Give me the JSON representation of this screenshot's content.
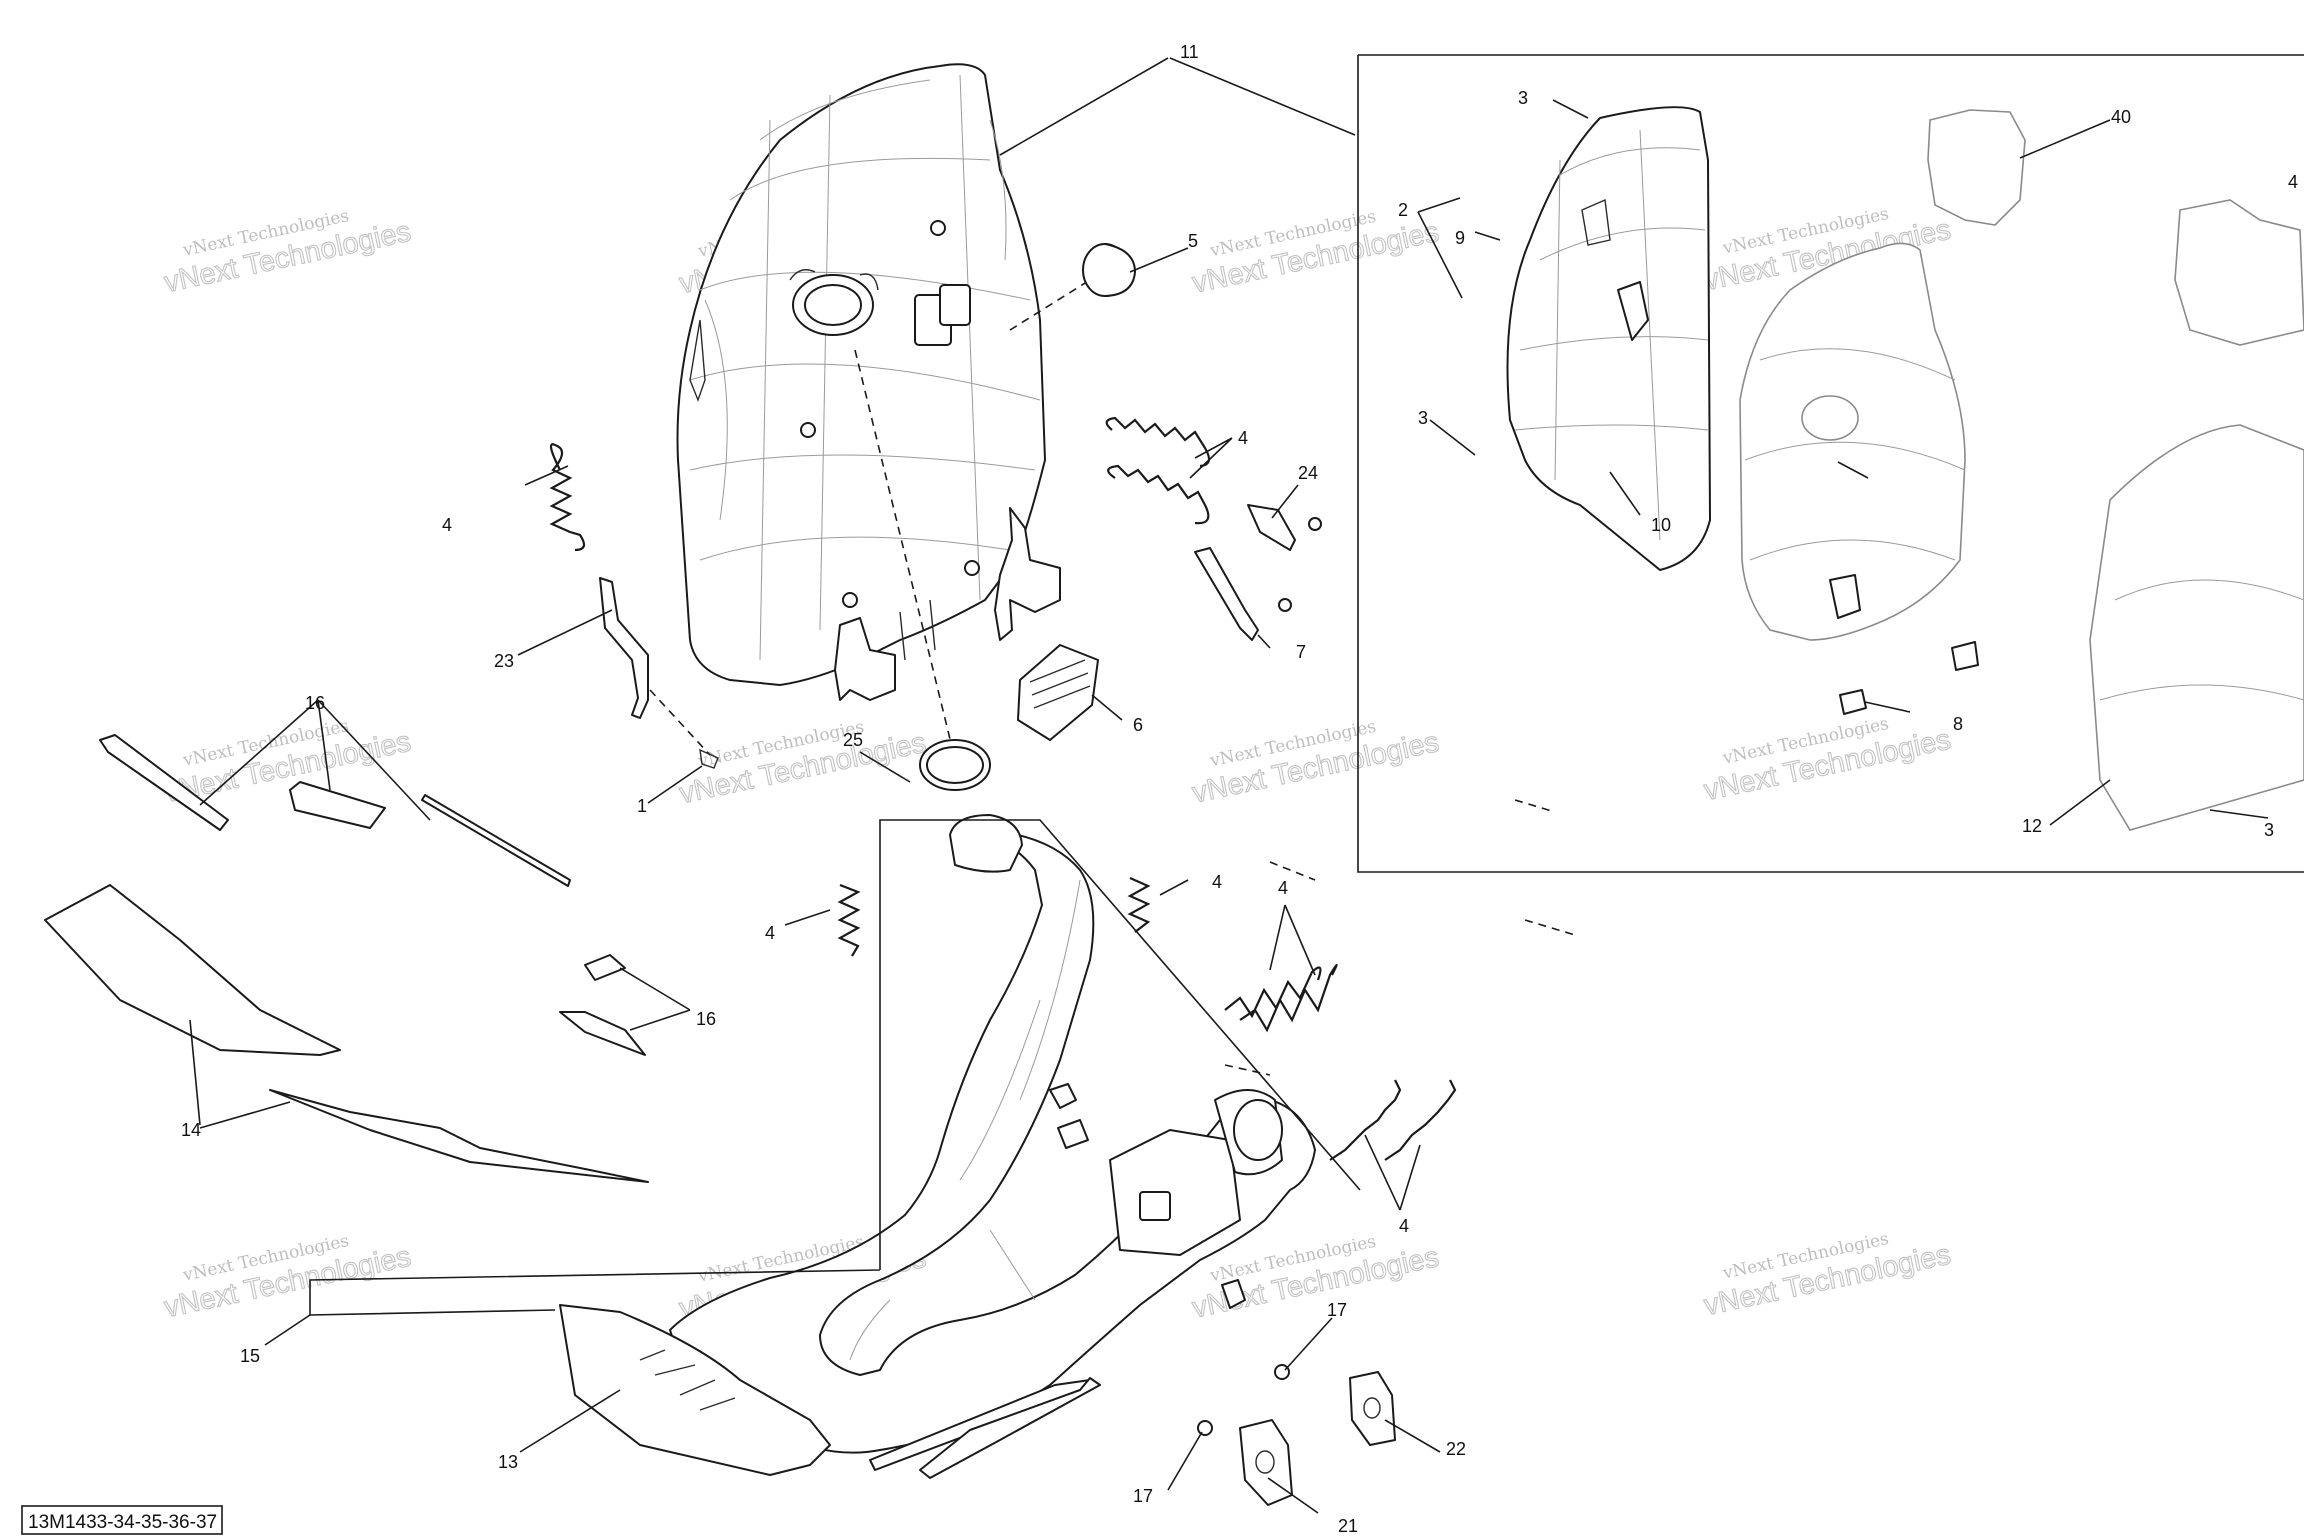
{
  "drawing_code": "13M1433-34-35-36-37",
  "watermark": {
    "line1": "vNext Technologies",
    "line2": "vNext Technologies"
  },
  "callouts": {
    "c11": "11",
    "c5": "5",
    "c4a": "4",
    "c4b": "4",
    "c24": "24",
    "c7": "7",
    "c6": "6",
    "c23": "23",
    "c16a": "16",
    "c25": "25",
    "c1": "1",
    "c4c": "4",
    "c4d": "4",
    "c4e": "4",
    "c16b": "16",
    "c14": "14",
    "c4f": "4",
    "c15": "15",
    "c13": "13",
    "c17a": "17",
    "c22": "22",
    "c17b": "17",
    "c21": "21",
    "c3a": "3",
    "c2": "2",
    "c9": "9",
    "c3b": "3",
    "c10": "10",
    "c40": "40",
    "c4g": "4",
    "c8": "8",
    "c12": "12",
    "c3c": "3"
  }
}
